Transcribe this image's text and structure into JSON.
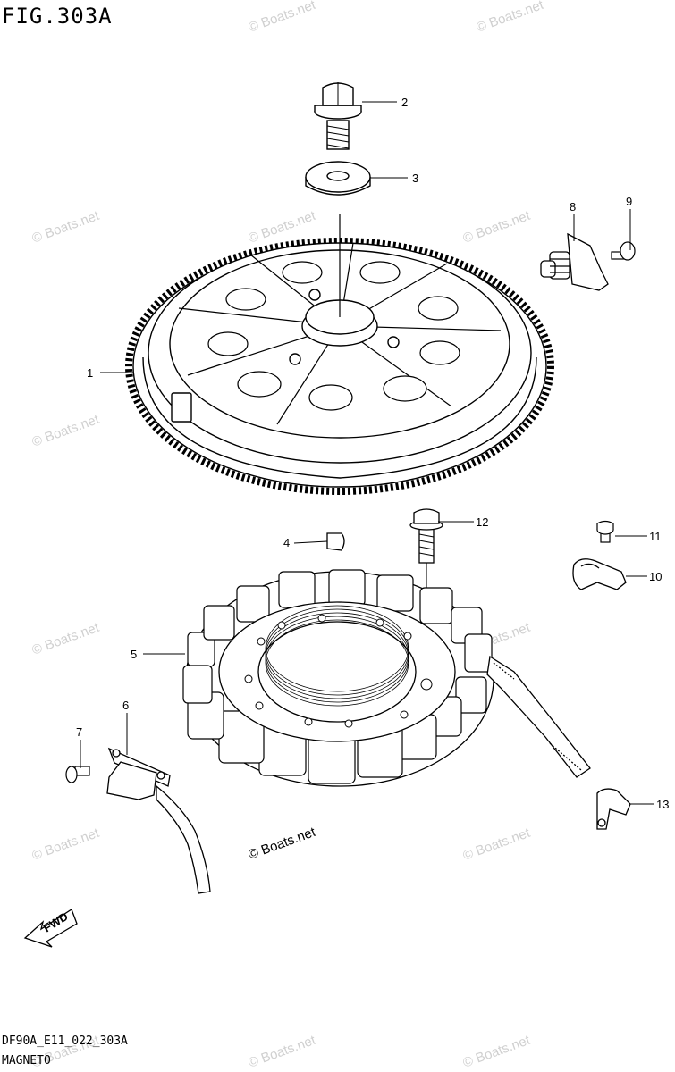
{
  "figure": {
    "title": "FIG.303A"
  },
  "footer": {
    "code": "DF90A_E11_022_303A",
    "name": "MAGNETO"
  },
  "callouts": [
    {
      "id": "1",
      "label": "1"
    },
    {
      "id": "2",
      "label": "2"
    },
    {
      "id": "3",
      "label": "3"
    },
    {
      "id": "4",
      "label": "4"
    },
    {
      "id": "5",
      "label": "5"
    },
    {
      "id": "6",
      "label": "6"
    },
    {
      "id": "7",
      "label": "7"
    },
    {
      "id": "8",
      "label": "8"
    },
    {
      "id": "9",
      "label": "9"
    },
    {
      "id": "10",
      "label": "10"
    },
    {
      "id": "11",
      "label": "11"
    },
    {
      "id": "12",
      "label": "12"
    },
    {
      "id": "13",
      "label": "13"
    }
  ],
  "watermark": {
    "text": "© Boats.net",
    "main_text": "© Boats.net"
  },
  "direction_marker": {
    "text": "FWD"
  }
}
